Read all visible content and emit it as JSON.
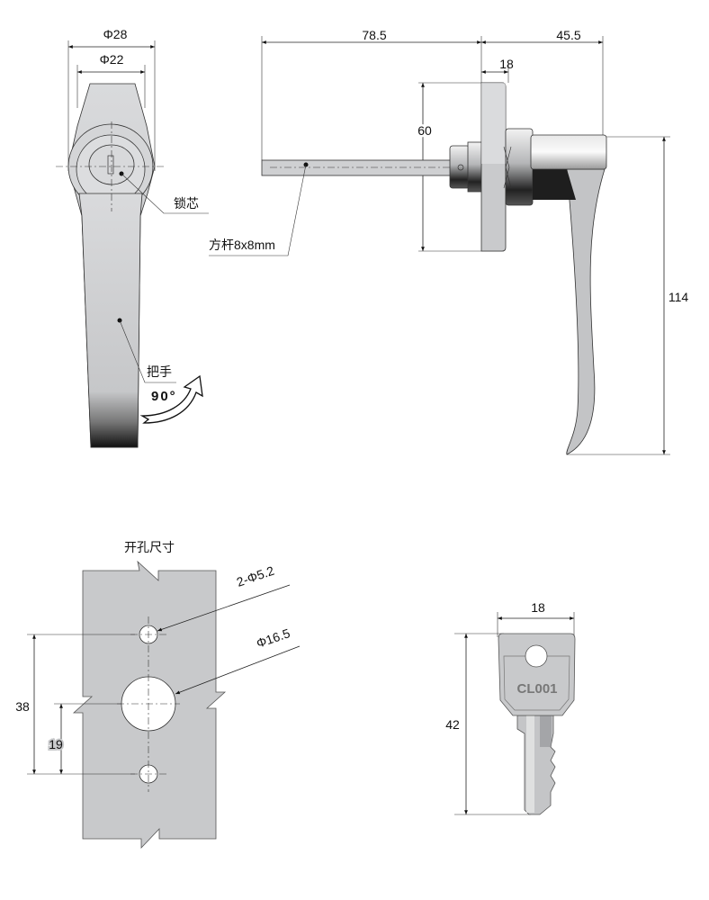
{
  "front_view": {
    "outer_diameter": "Φ28",
    "inner_diameter": "Φ22",
    "lock_core_label": "锁芯",
    "handle_label": "把手",
    "rotation_label": "90°"
  },
  "side_view": {
    "shaft_length": "78.5",
    "handle_length": "45.5",
    "flange_width": "18",
    "flange_height": "60",
    "handle_height": "114",
    "shaft_label": "方杆8x8mm"
  },
  "cutout": {
    "title": "开孔尺寸",
    "small_holes": "2-Φ5.2",
    "center_hole": "Φ16.5",
    "hole_spacing": "38",
    "half_spacing": "19"
  },
  "key": {
    "width": "18",
    "length": "42",
    "code": "CL001"
  },
  "colors": {
    "part_gray": "#c8c9cb",
    "dark": "#1a1a1a"
  }
}
